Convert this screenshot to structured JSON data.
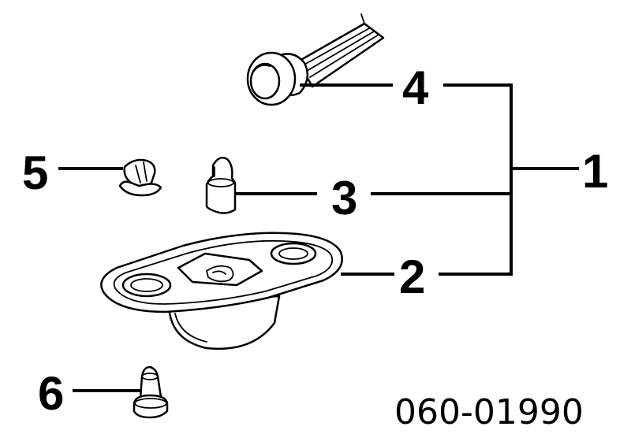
{
  "callouts": {
    "c1": "1",
    "c2": "2",
    "c3": "3",
    "c4": "4",
    "c5": "5",
    "c6": "6"
  },
  "diagram_code": "060-01990",
  "colors": {
    "ink": "#000000",
    "background": "#ffffff"
  }
}
